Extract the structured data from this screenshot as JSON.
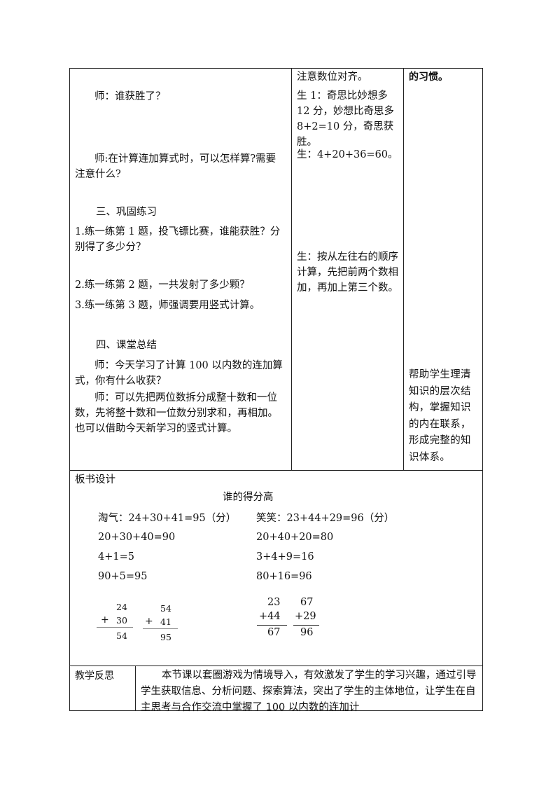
{
  "lesson": {
    "teacher_who_wins": "师：谁获胜了？",
    "teacher_how_calc": "师:在计算连加算式时，可以怎样算?需要注意什么?",
    "section3_title": "三、巩固练习",
    "ex1": "1.练一练第 1 题，投飞镖比赛，谁能获胜？分别得了多少分？",
    "ex2": "2.练一练第 2 题，一共发射了多少颗？",
    "ex3": "3.练一练第 3 题，师强调要用竖式计算。",
    "section4_title": "四、课堂总结",
    "summary_q": "师：今天学习了计算 100 以内数的连加算式，你有什么收获？",
    "summary_a": "师：可以先把两位数拆分成整十数和一位数，先将整十数和一位数分别求和，再相加。也可以借助今天新学习的竖式计算。"
  },
  "student": {
    "note_align": "注意数位对齐。",
    "s1": "生 1：奇思比妙想多 12 分，妙想比奇思多 8+2=10 分，奇思获胜。",
    "s2": "生：4+20+36=60。",
    "s3": "生：按从左往右的顺序计算，先把前两个数相加，再加上第三个数。"
  },
  "intent": {
    "habit": "的习惯。",
    "purpose": "帮助学生理清知识的层次结构，掌握知识的内在联系，形成完整的知识体系。"
  },
  "board": {
    "label": "板书设计",
    "title": "谁的得分高",
    "left_eq": "淘气：24+30+41=95（分）",
    "left_l1": "20+30+40=90",
    "left_l2": "4+1=5",
    "left_l3": "90+5=95",
    "right_eq": "笑笑：23+44+29=96（分）",
    "right_l1": "20+40+20=80",
    "right_l2": "3+4+9=16",
    "right_l3": "80+16=96",
    "vert_a": {
      "top": "24",
      "plus": "+",
      "mid": "30",
      "res": "54"
    },
    "vert_b": {
      "top": "54",
      "plus": "+",
      "mid": "41",
      "res": "95"
    },
    "vert_c": {
      "top": "23",
      "mid": "+44",
      "res": "67"
    },
    "vert_d": {
      "top": "67",
      "mid": "+29",
      "res": "96"
    }
  },
  "reflection": {
    "label": "教学反思",
    "text": "本节课以套圈游戏为情境导入，有效激发了学生的学习兴趣，通过引导学生获取信息、分析问题、探索算法，突出了学生的主体地位，让学生在自主思考与合作交流中掌握了 100 以内数的连加计"
  }
}
